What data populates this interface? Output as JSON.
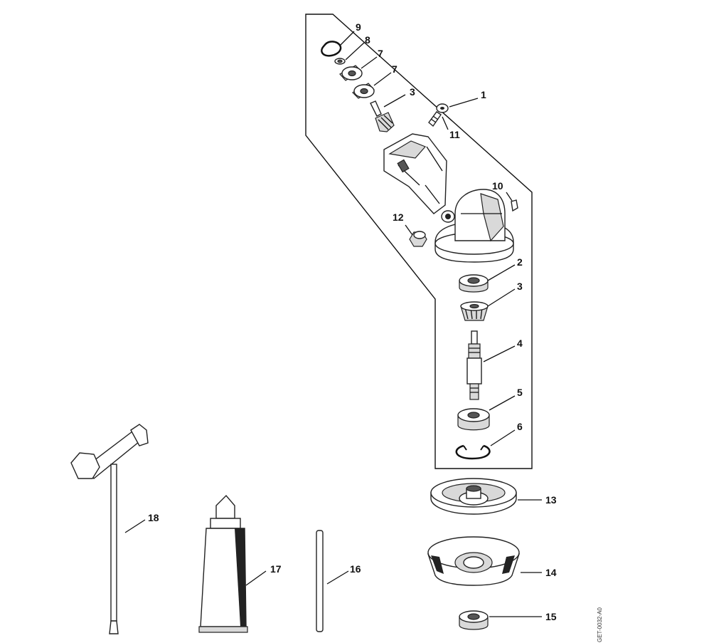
{
  "diagram": {
    "code": "GET-0032-A0",
    "callouts": [
      "1",
      "2",
      "3",
      "3",
      "4",
      "5",
      "6",
      "7",
      "7",
      "8",
      "9",
      "10",
      "11",
      "12",
      "13",
      "14",
      "15",
      "16",
      "17",
      "18"
    ]
  },
  "icons": {
    "parts": [
      "circlip-icon",
      "washer-icon",
      "ball-bearing-icon",
      "bevel-pinion-icon",
      "screw-icon",
      "gear-housing-icon",
      "plug-icon",
      "nut-icon",
      "bevel-gear-icon",
      "shaft-icon",
      "thrust-plate-icon",
      "deflector-cup-icon",
      "mounting-nut-icon",
      "rod-icon",
      "grease-tube-icon",
      "combination-wrench-icon"
    ]
  }
}
